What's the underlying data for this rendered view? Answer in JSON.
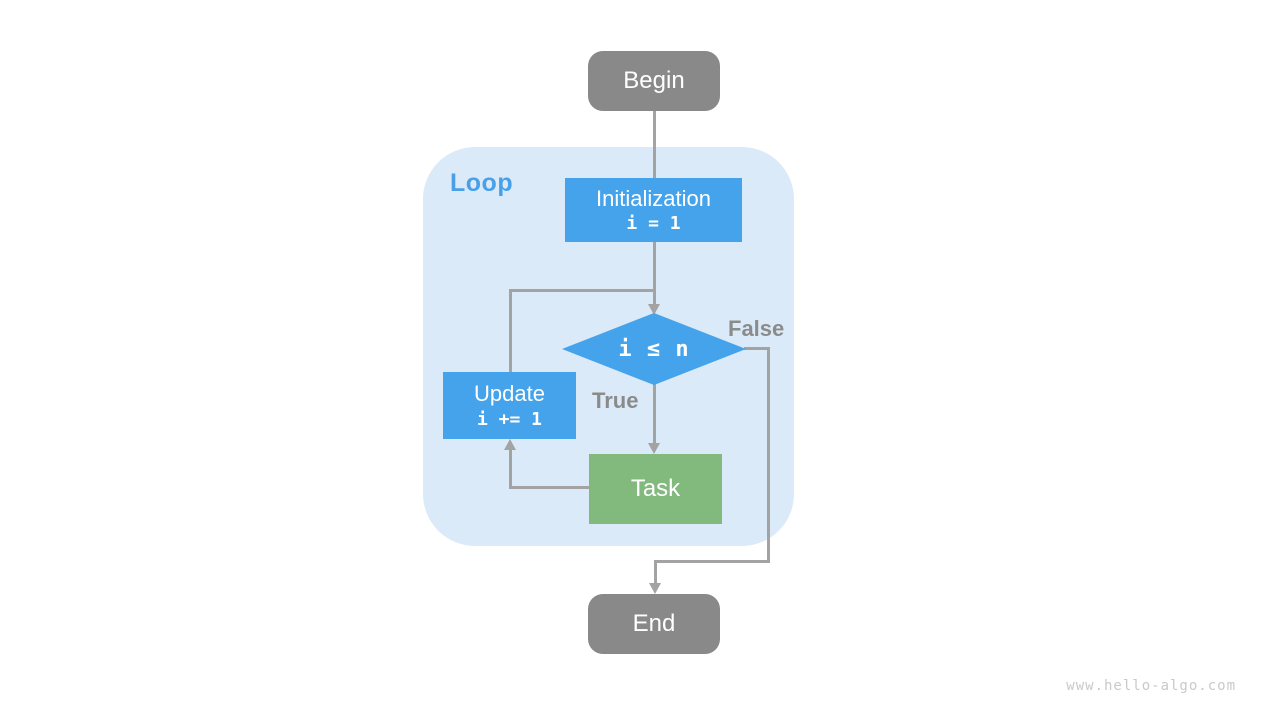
{
  "diagram": {
    "loop_label": "Loop",
    "nodes": {
      "begin": "Begin",
      "init_title": "Initialization",
      "init_code": "i = 1",
      "condition": "i ≤ n",
      "update_title": "Update",
      "update_code": "i += 1",
      "task": "Task",
      "end": "End"
    },
    "edge_labels": {
      "true": "True",
      "false": "False"
    },
    "colors": {
      "terminal_gray": "#898989",
      "process_blue": "#44a3ea",
      "task_green": "#82ba7e",
      "loop_bg": "#dbeaf8",
      "loop_label": "#4aa0e6",
      "line_gray": "#a3a3a3",
      "edge_label": "#8b8b8b",
      "watermark": "#c9c9c9",
      "node_text": "#ffffff"
    }
  },
  "page": {
    "watermark": "www.hello-algo.com"
  }
}
